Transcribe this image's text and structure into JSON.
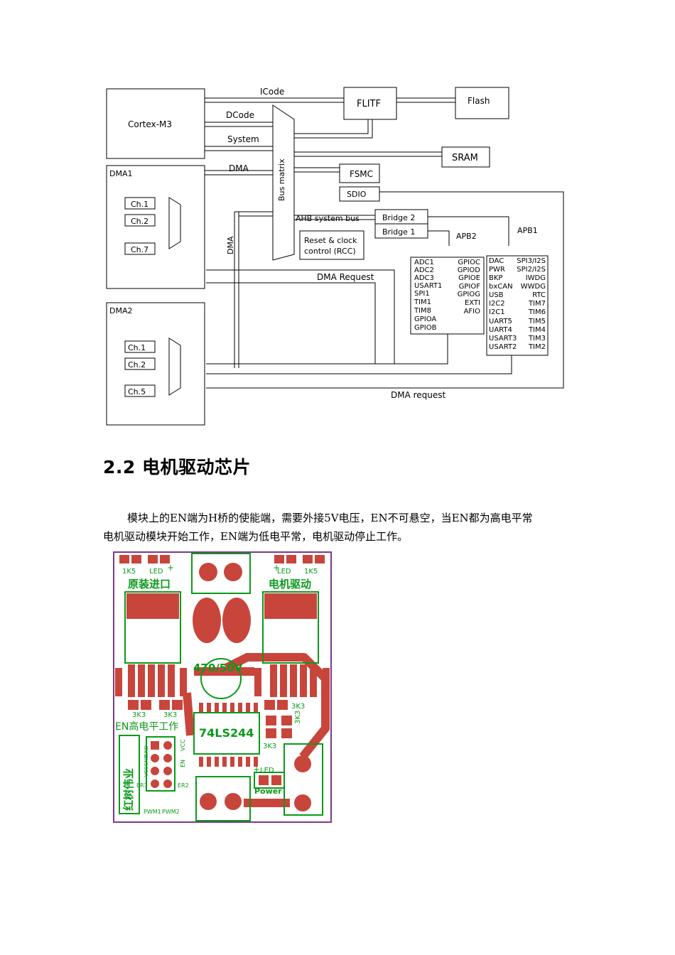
{
  "block_diagram": {
    "cortex": "Cortex-M3",
    "buses": {
      "icode": "ICode",
      "dcode": "DCode",
      "system": "System",
      "dma": "DMA",
      "dma_vertical": "DMA"
    },
    "flitf": "FLITF",
    "flash": "Flash",
    "sram": "SRAM",
    "fsmc": "FSMC",
    "sdio": "SDIO",
    "bus_matrix": "Bus matrix",
    "ahb": "AHB system bus",
    "bridge2": "Bridge 2",
    "bridge1": "Bridge 1",
    "rcc": [
      "Reset & clock",
      "control (RCC)"
    ],
    "apb2": "APB2",
    "apb1": "APB1",
    "dma1": {
      "title": "DMA1",
      "channels": [
        "Ch.1",
        "Ch.2",
        "Ch.7"
      ]
    },
    "dma2": {
      "title": "DMA2",
      "channels": [
        "Ch.1",
        "Ch.2",
        "Ch.5"
      ]
    },
    "dma_request_1": "DMA Request",
    "dma_request_2": "DMA request",
    "apb2_left": [
      "ADC1",
      "ADC2",
      "ADC3",
      "USART1",
      "SPI1",
      "TIM1",
      "TIM8",
      "GPIOA",
      "GPIOB"
    ],
    "apb2_right": [
      "GPIOC",
      "GPIOD",
      "GPIOE",
      "GPIOF",
      "GPIOG",
      "EXTI",
      "AFIO"
    ],
    "apb1_left": [
      "DAC",
      "PWR",
      "BKP",
      "bxCAN",
      "USB",
      "I2C2",
      "I2C1",
      "UART5",
      "UART4",
      "USART3",
      "USART2"
    ],
    "apb1_right": [
      "SPI3/I2S",
      "SPI2/I2S",
      "IWDG",
      "WWDG",
      "RTC",
      "TIM7",
      "TIM6",
      "TIM5",
      "TIM4",
      "TIM3",
      "TIM2"
    ]
  },
  "section": {
    "heading": "2.2 电机驱动芯片",
    "paragraph_line1": "模块上的EN端为H桥的使能端，需要外接5V电压，EN不可悬空，当EN都为高电平常",
    "paragraph_line2": "电机驱动模块开始工作，EN端为低电平常，电机驱动停止工作。"
  },
  "pcb": {
    "r_1k5": "1K5",
    "led": "LED",
    "plus": "+",
    "left_title": "原装进口",
    "right_title": "电机驱动",
    "cap": "470/50V",
    "r_3k3": "3K3",
    "en_label": "EN高电平工作",
    "chip": "74LS244",
    "vertical_company": "红树伟业",
    "vccgnd": "VCCGND",
    "gnd": "GND",
    "vcc": "VCC",
    "en": "EN",
    "er1": "ER1",
    "er2": "ER2",
    "pwm1": "PWM1",
    "pwm2": "PWM2",
    "power": "Power",
    "colors": {
      "copper": "#c8453c",
      "silk": "#0a9a1a",
      "border": "#7a3a8a"
    }
  }
}
